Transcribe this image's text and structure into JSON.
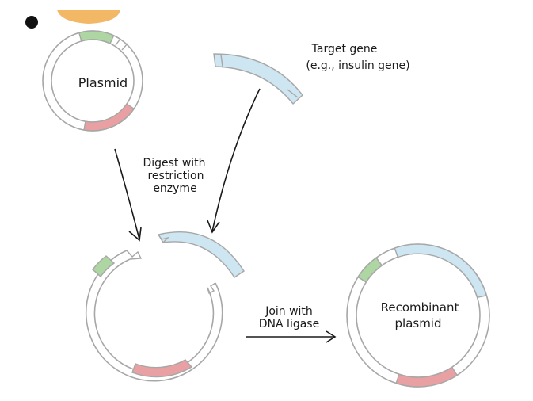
{
  "labels": {
    "plasmid": "Plasmid",
    "target_gene_line1": "Target gene",
    "target_gene_line2": "(e.g., insulin gene)",
    "digest_line1": "Digest with",
    "digest_line2": "restriction",
    "digest_line3": "enzyme",
    "join_line1": "Join with",
    "join_line2": "DNA ligase",
    "recombinant_line1": "Recombinant",
    "recombinant_line2": "plasmid"
  },
  "colors": {
    "ring_stroke": "#a7a7a7",
    "ring_fill": "#ffffff",
    "green_segment": "#add6a2",
    "red_segment": "#e8a0a3",
    "blue_segment": "#cde6f1",
    "orange_blob": "#f2b865",
    "arrow": "#1a1a1a",
    "text": "#1a1a1a"
  }
}
